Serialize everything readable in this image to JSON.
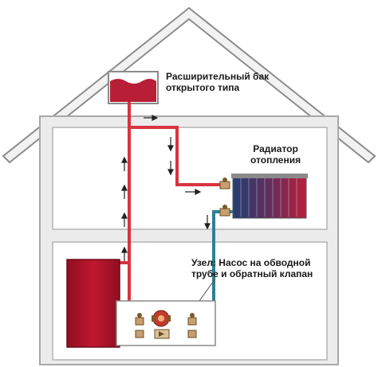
{
  "labels": {
    "expansion_tank": {
      "line1": "Расширительный бак",
      "line2": "открытого типа"
    },
    "radiator": {
      "line1": "Радиатор",
      "line2": "отопления"
    },
    "pump_unit": {
      "line1": "Узел: Насос на обводной",
      "line2": "трубе и обратный клапан"
    }
  },
  "colors": {
    "wall": "#ececec",
    "wall_stroke": "#a8a8a8",
    "roof_stroke": "#8c8c8c",
    "supply_pipe": "#d8343f",
    "return_pipe": "#2f7f95",
    "boiler": "#b5122a",
    "tank_water": "#b81f37",
    "radiator_hot": "#b8203d",
    "radiator_cold": "#233e72",
    "arrow": "#222222"
  },
  "icons": [
    "up-arrow-icon",
    "down-arrow-icon",
    "right-arrow-icon",
    "valve-icon",
    "pump-icon"
  ]
}
